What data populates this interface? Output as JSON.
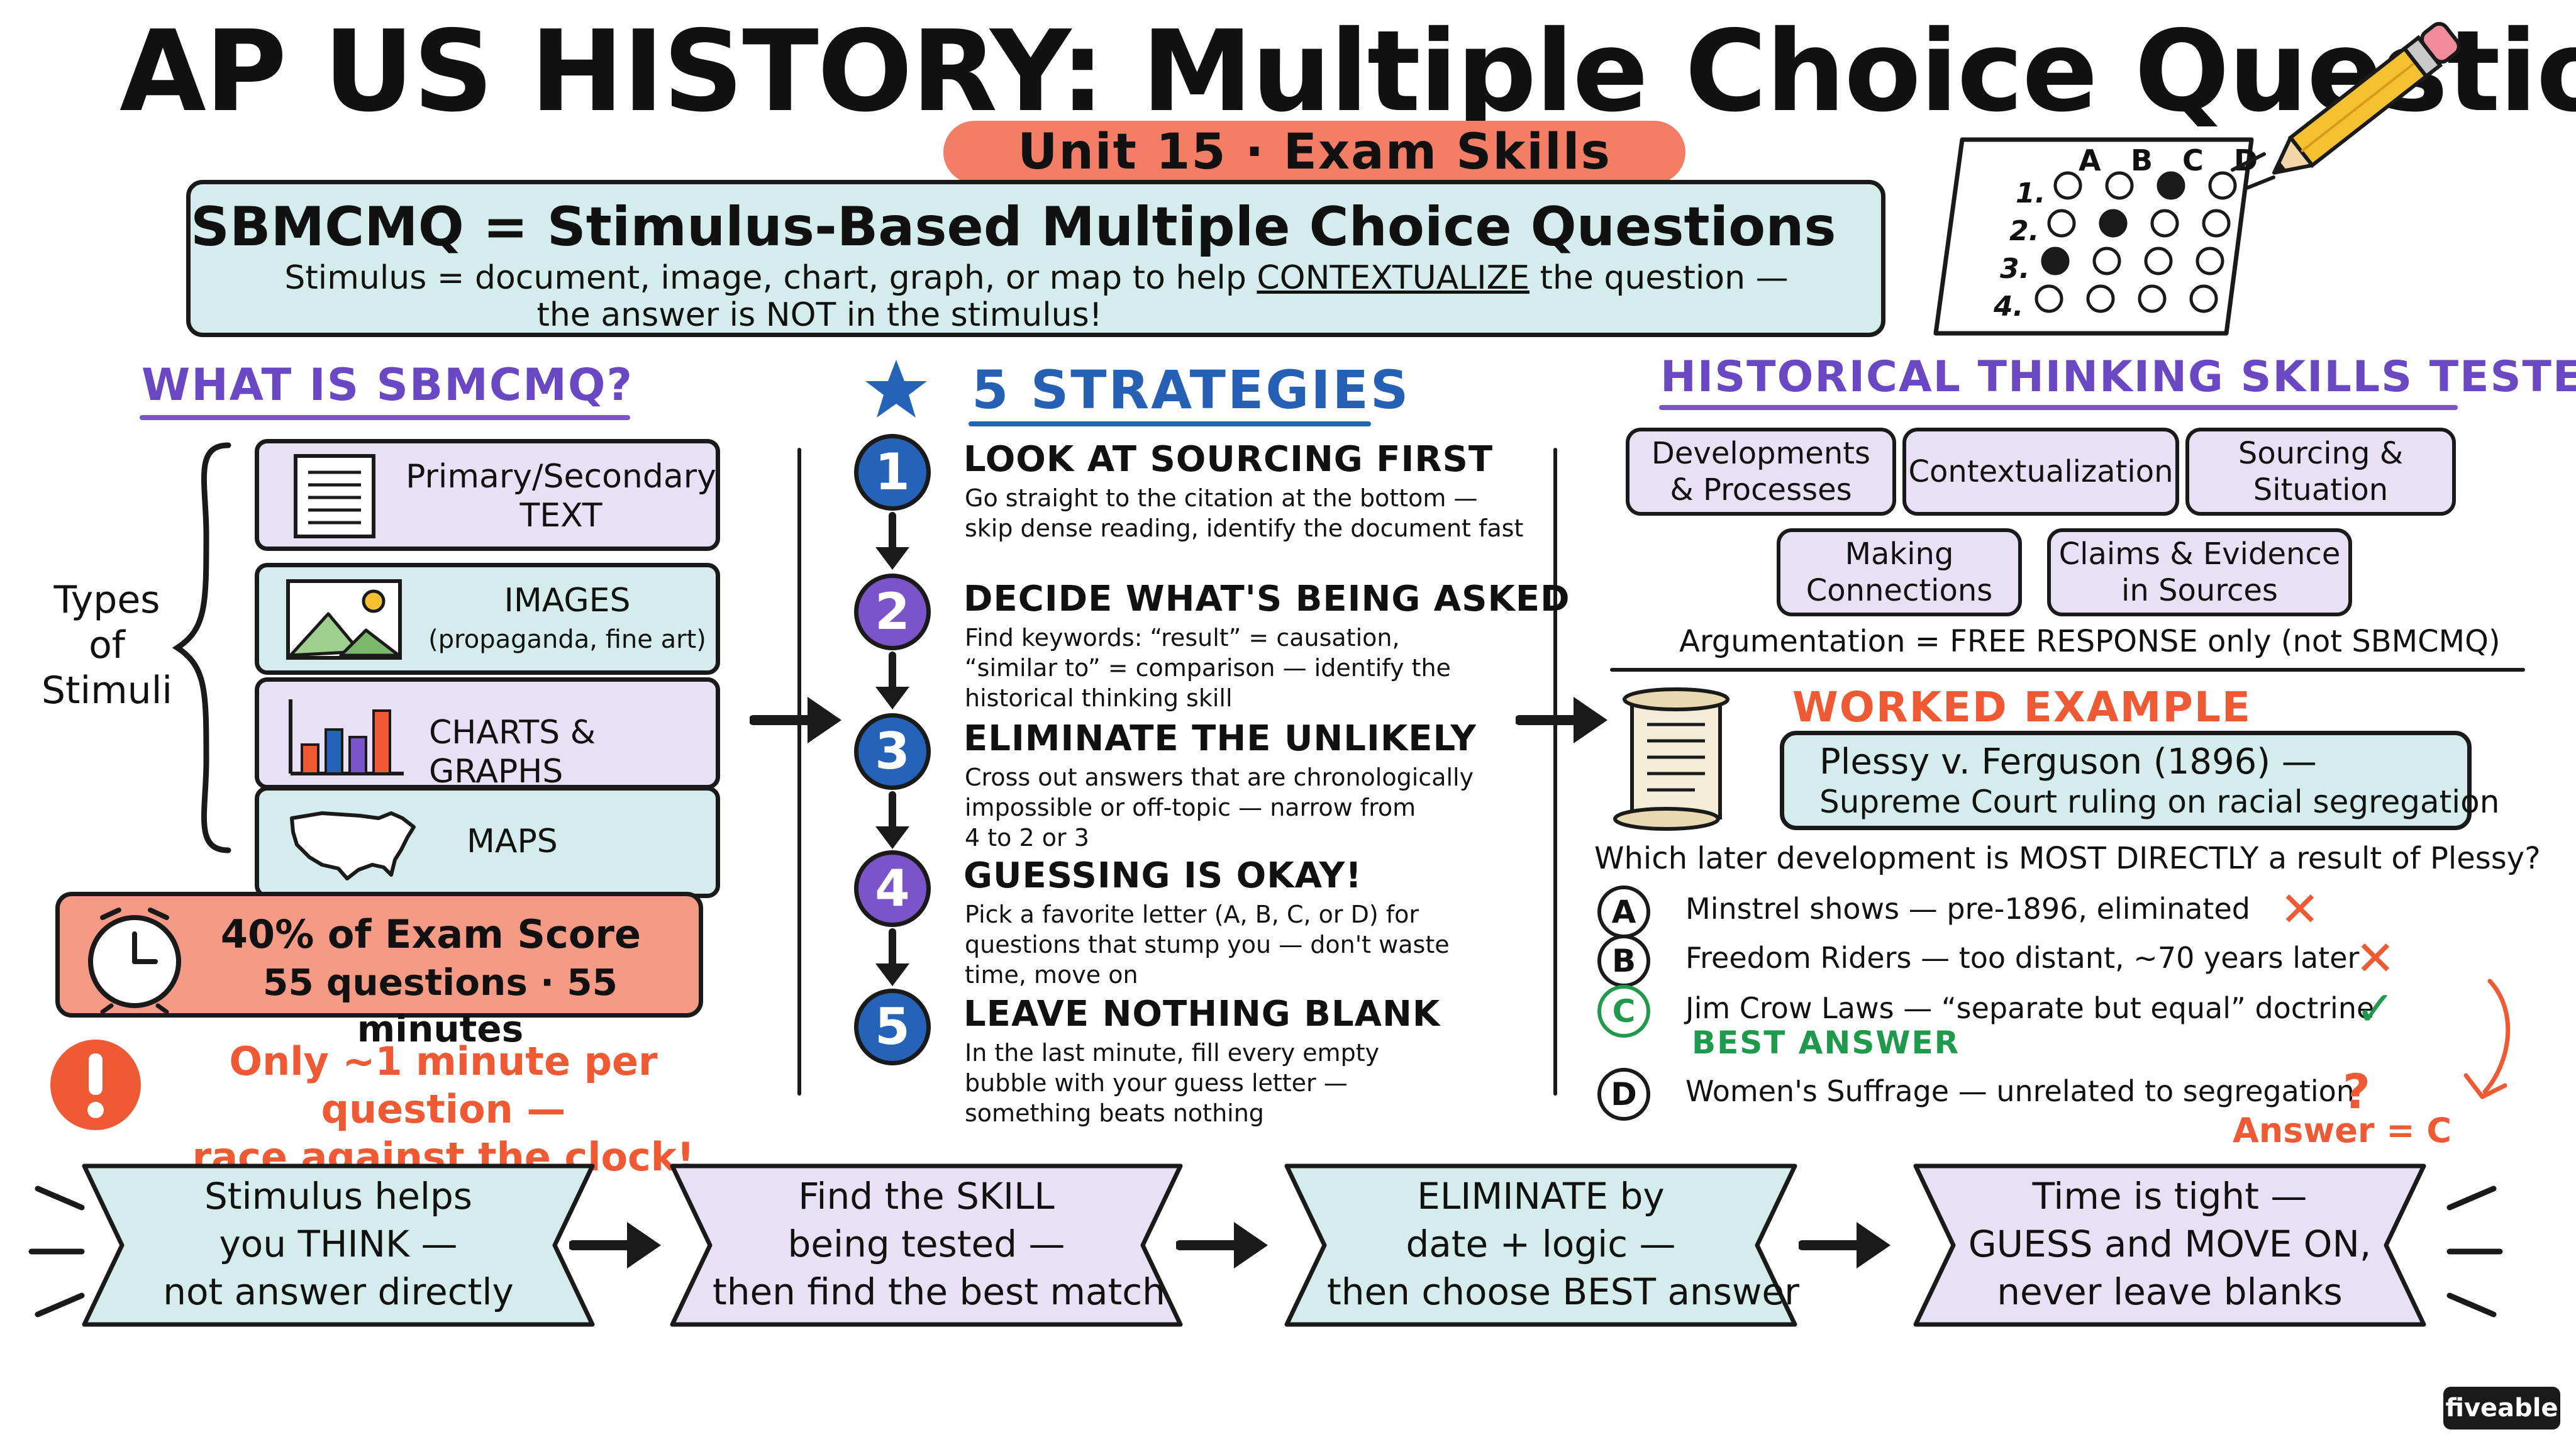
{
  "title": "AP US HISTORY: Multiple Choice Questions",
  "unit_badge": "Unit 15 · Exam Skills",
  "definition": {
    "heading": "SBMCMQ = Stimulus-Based Multiple Choice Questions",
    "line1_pre": "Stimulus = document, image, chart, graph, or map to help ",
    "line1_emph": "CONTEXTUALIZE",
    "line1_post": " the question —",
    "line2": "the answer is NOT in the stimulus!"
  },
  "bubble_sheet": {
    "columns": [
      "A",
      "B",
      "C",
      "D"
    ],
    "rows": [
      "1.",
      "2.",
      "3.",
      "4."
    ],
    "filled": [
      "C",
      "B",
      "A",
      null
    ]
  },
  "what_is": {
    "heading": "WHAT IS SBMCMQ?",
    "types_label": [
      "Types",
      "of",
      "Stimuli"
    ],
    "types": [
      {
        "icon": "document-icon",
        "line1": "Primary/Secondary",
        "line2": "TEXT"
      },
      {
        "icon": "landscape-image-icon",
        "line1": "IMAGES",
        "line2": "(propaganda, fine art)"
      },
      {
        "icon": "bar-chart-icon",
        "line1": "CHARTS & GRAPHS",
        "line2": ""
      },
      {
        "icon": "us-map-icon",
        "line1": "MAPS",
        "line2": ""
      }
    ],
    "exam_score": {
      "line1": "40% of Exam Score",
      "line2": "55 questions · 55 minutes"
    },
    "warning": {
      "line1": "Only ~1 minute per question —",
      "line2": "race against the clock!"
    }
  },
  "strategies": {
    "heading": "5 STRATEGIES",
    "items": [
      {
        "num": "1",
        "title": "LOOK AT SOURCING FIRST",
        "desc": [
          "Go straight to the citation at the bottom —",
          "skip dense reading, identify the document fast"
        ],
        "color": "#2563b8"
      },
      {
        "num": "2",
        "title": "DECIDE WHAT'S BEING ASKED",
        "desc": [
          "Find keywords: “result” = causation,",
          "“similar to” = comparison — identify the",
          "historical thinking skill"
        ],
        "color": "#7b54c9"
      },
      {
        "num": "3",
        "title": "ELIMINATE THE UNLIKELY",
        "desc": [
          "Cross out answers that are chronologically",
          "impossible or off-topic — narrow from",
          "4 to 2 or 3"
        ],
        "color": "#2563b8"
      },
      {
        "num": "4",
        "title": "GUESSING IS OKAY!",
        "desc": [
          "Pick a favorite letter (A, B, C, or D) for",
          "questions that stump you — don't waste",
          "time, move on"
        ],
        "color": "#7b54c9"
      },
      {
        "num": "5",
        "title": "LEAVE NOTHING BLANK",
        "desc": [
          "In the last minute, fill every empty",
          "bubble with your guess letter —",
          "something beats nothing"
        ],
        "color": "#2563b8"
      }
    ]
  },
  "skills": {
    "heading": "HISTORICAL THINKING SKILLS TESTED",
    "items": [
      [
        "Developments",
        "& Processes"
      ],
      [
        "Contextualization"
      ],
      [
        "Sourcing &",
        "Situation"
      ],
      [
        "Making",
        "Connections"
      ],
      [
        "Claims & Evidence",
        "in Sources"
      ]
    ],
    "note": "Argumentation = FREE RESPONSE only (not SBMCMQ)"
  },
  "worked_example": {
    "heading": "WORKED EXAMPLE",
    "case_line1": "Plessy v. Ferguson (1896) —",
    "case_line2": "Supreme Court ruling on racial segregation",
    "question": "Which later development is MOST DIRECTLY a result of Plessy?",
    "options": [
      {
        "letter": "A",
        "text": "Minstrel shows — pre-1896, eliminated",
        "mark": "✕",
        "mark_color": "#ef5a35"
      },
      {
        "letter": "B",
        "text": "Freedom Riders — too distant, ~70 years later",
        "mark": "✕",
        "mark_color": "#ef5a35"
      },
      {
        "letter": "C",
        "text": "Jim Crow Laws — “separate but equal” doctrine",
        "mark": "✓",
        "mark_color": "#1f9a4c"
      },
      {
        "letter": "D",
        "text": "Women's Suffrage — unrelated to segregation",
        "mark": "?",
        "mark_color": "#ef5a35"
      }
    ],
    "best_label": "BEST ANSWER",
    "answer": "Answer = C"
  },
  "banners": [
    [
      "Stimulus helps",
      "you THINK —",
      "not answer directly"
    ],
    [
      "Find the SKILL",
      "being tested —",
      "then find the best match"
    ],
    [
      "ELIMINATE by",
      "date + logic —",
      "then choose BEST answer"
    ],
    [
      "Time is tight —",
      "GUESS and MOVE ON,",
      "never leave blanks"
    ]
  ],
  "brand": "fiveable",
  "colors": {
    "mint": "#d4ecec",
    "lavender": "#e8e1f6",
    "salmon": "#f59a85",
    "orange": "#ef5a35",
    "blue": "#2563b8",
    "purple": "#7b54c9",
    "green": "#1f9a4c"
  }
}
